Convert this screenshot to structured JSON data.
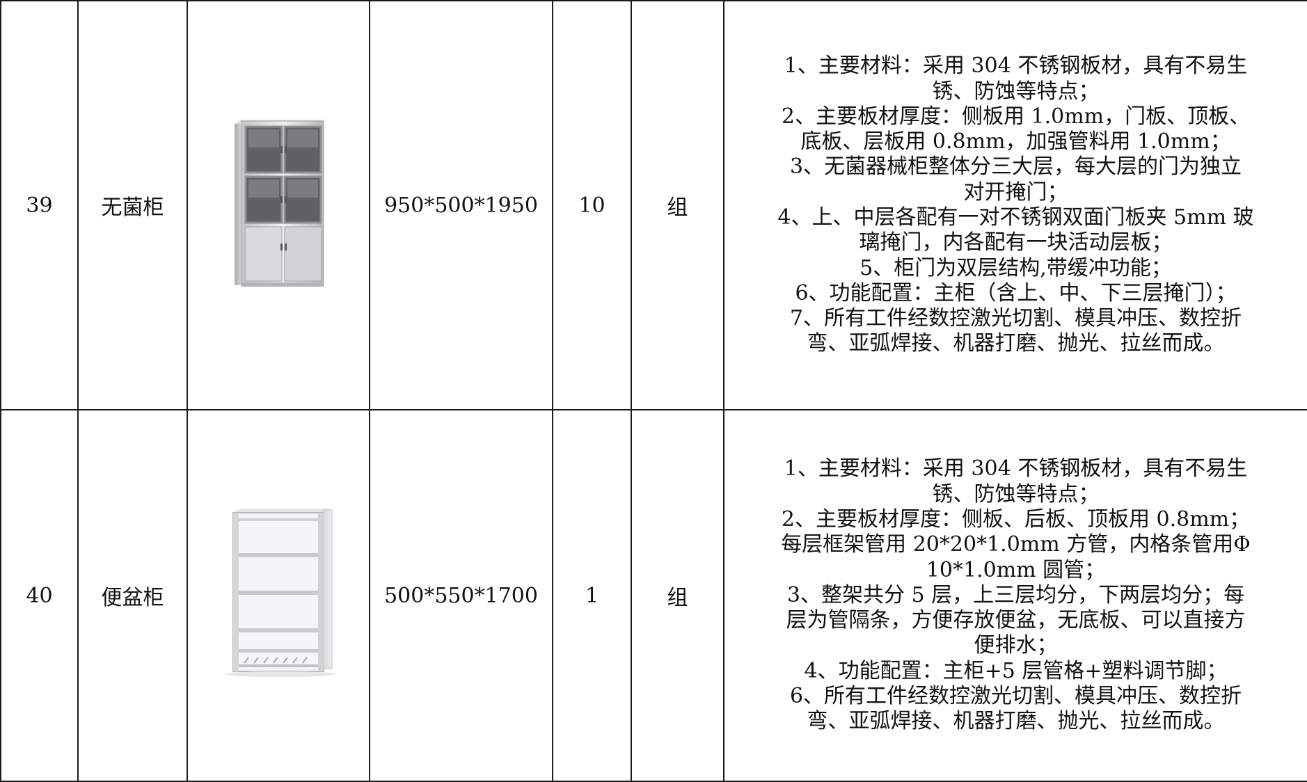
{
  "rows": [
    {
      "no": "39",
      "name": "无菌柜",
      "size": "950*500*1950",
      "qty": "10",
      "unit": "组",
      "image_icon": "stainless-steel-glass-door-cabinet",
      "lines": [
        "1、主要材料：采用 304 不锈钢板材，具有不易生",
        "锈、防蚀等特点；",
        "2、主要板材厚度：侧板用 1.0mm，门板、顶板、",
        "底板、层板用 0.8mm，加强管料用 1.0mm；",
        "3、无菌器械柜整体分三大层，每大层的门为独立",
        "对开掩门；",
        "4、上、中层各配有一对不锈钢双面门板夹 5mm 玻",
        "璃掩门，内各配有一块活动层板；",
        "5、柜门为双层结构,带缓冲功能；",
        "6、功能配置：主柜（含上、中、下三层掩门）；",
        "7、所有工件经数控激光切割、模具冲压、数控折",
        "弯、亚弧焊接、机器打磨、抛光、拉丝而成。"
      ]
    },
    {
      "no": "40",
      "name": "便盆柜",
      "size": "500*550*1700",
      "qty": "1",
      "unit": "组",
      "image_icon": "stainless-steel-open-shelf-rack",
      "lines": [
        "1、主要材料：采用 304 不锈钢板材，具有不易生",
        "锈、防蚀等特点；",
        "2、主要板材厚度：侧板、后板、顶板用 0.8mm；",
        "每层框架管用 20*20*1.0mm 方管，内格条管用Φ",
        "10*1.0mm 圆管；",
        "3、整架共分 5 层，上三层均分，下两层均分；每",
        "层为管隔条，方便存放便盆，无底板、可以直接方",
        "便排水；",
        "4、功能配置：主柜+5 层管格+塑料调节脚；",
        "6、所有工件经数控激光切割、模具冲压、数控折",
        "弯、亚弧焊接、机器打磨、抛光、拉丝而成。"
      ]
    }
  ]
}
